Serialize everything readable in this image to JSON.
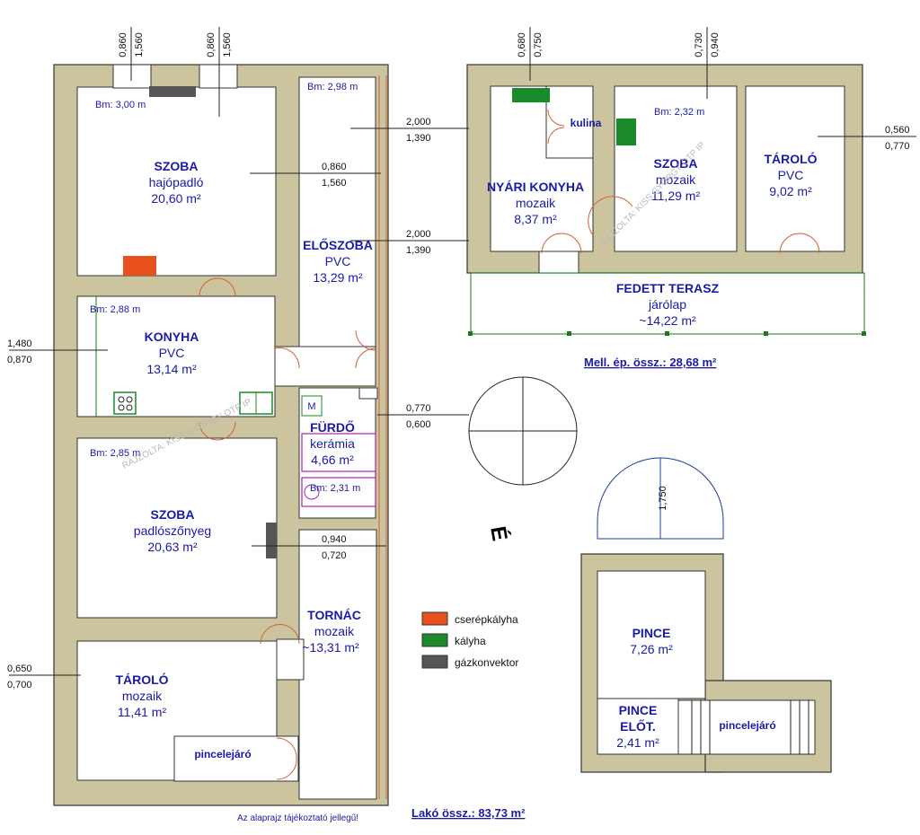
{
  "rooms": {
    "szoba1": {
      "name": "SZOBA",
      "floor": "hajópadló",
      "area": "20,60 m²",
      "bm": "Bm: 3,00 m"
    },
    "eloszoba": {
      "name": "ELŐSZOBA",
      "floor": "PVC",
      "area": "13,29 m²",
      "bm": "Bm: 2,98 m"
    },
    "konyha": {
      "name": "KONYHA",
      "floor": "PVC",
      "area": "13,14 m²",
      "bm": "Bm: 2,88 m"
    },
    "furdo": {
      "name": "FÜRDŐ",
      "floor": "kerámia",
      "area": "4,66 m²",
      "bm": "Bm: 2,31 m"
    },
    "szoba2": {
      "name": "SZOBA",
      "floor": "padlószőnyeg",
      "area": "20,63 m²",
      "bm": "Bm: 2,85 m"
    },
    "tornac": {
      "name": "TORNÁC",
      "floor": "mozaik",
      "area": "~13,31 m²"
    },
    "tarolo1": {
      "name": "TÁROLÓ",
      "floor": "mozaik",
      "area": "11,41 m²"
    },
    "pincelejaro1": {
      "name": "pincelejáró"
    },
    "nyari": {
      "name": "NYÁRI KONYHA",
      "floor": "mozaik",
      "area": "8,37 m²"
    },
    "kulina": {
      "name": "kulina"
    },
    "szoba3": {
      "name": "SZOBA",
      "floor": "mozaik",
      "area": "11,29 m²",
      "bm": "Bm: 2,32 m"
    },
    "tarolo2": {
      "name": "TÁROLÓ",
      "floor": "PVC",
      "area": "9,02 m²"
    },
    "terasz": {
      "name": "FEDETT TERASZ",
      "floor": "járólap",
      "area": "~14,22 m²"
    },
    "pince": {
      "name": "PINCE",
      "area": "7,26 m²"
    },
    "pinceelot": {
      "name1": "PINCE",
      "name2": "ELŐT.",
      "area": "2,41 m²"
    },
    "pincelejaro2": {
      "name": "pincelejáró"
    }
  },
  "dims": {
    "top1a": "0,860",
    "top1b": "1,560",
    "top2a": "0,860",
    "top2b": "1,560",
    "top3a": "0,680",
    "top3b": "0,750",
    "top4a": "0,730",
    "top4b": "0,940",
    "d1a": "2,000",
    "d1b": "1,390",
    "d2a": "0,860",
    "d2b": "1,560",
    "d3a": "2,000",
    "d3b": "1,390",
    "d4a": "0,560",
    "d4b": "0,770",
    "d5a": "1,480",
    "d5b": "0,870",
    "d6a": "0,770",
    "d6b": "0,600",
    "d7a": "0,940",
    "d7b": "0,720",
    "d8a": "0,650",
    "d8b": "0,700",
    "cellar_h": "1,750"
  },
  "labels": {
    "mfix": "M",
    "watermark": "RAJZOLTA: KISS GYÖRGY OTP IP",
    "mell_total": "Mell. ép. össz.: 28,68 m²",
    "lako_total": "Lakó össz.: 83,73 m²",
    "note": "Az alaprajz tájékoztató jellegű!",
    "north": "É"
  },
  "legend": [
    {
      "label": "cserépkályha",
      "color": "#e8501e"
    },
    {
      "label": "kályha",
      "color": "#1a8a2a"
    },
    {
      "label": "gázkonvektor",
      "color": "#555555"
    }
  ],
  "colors": {
    "wall": "#cbc49e",
    "text": "#1a1aa8",
    "door": "#d0613a",
    "terrace": "#1a7a1a"
  }
}
